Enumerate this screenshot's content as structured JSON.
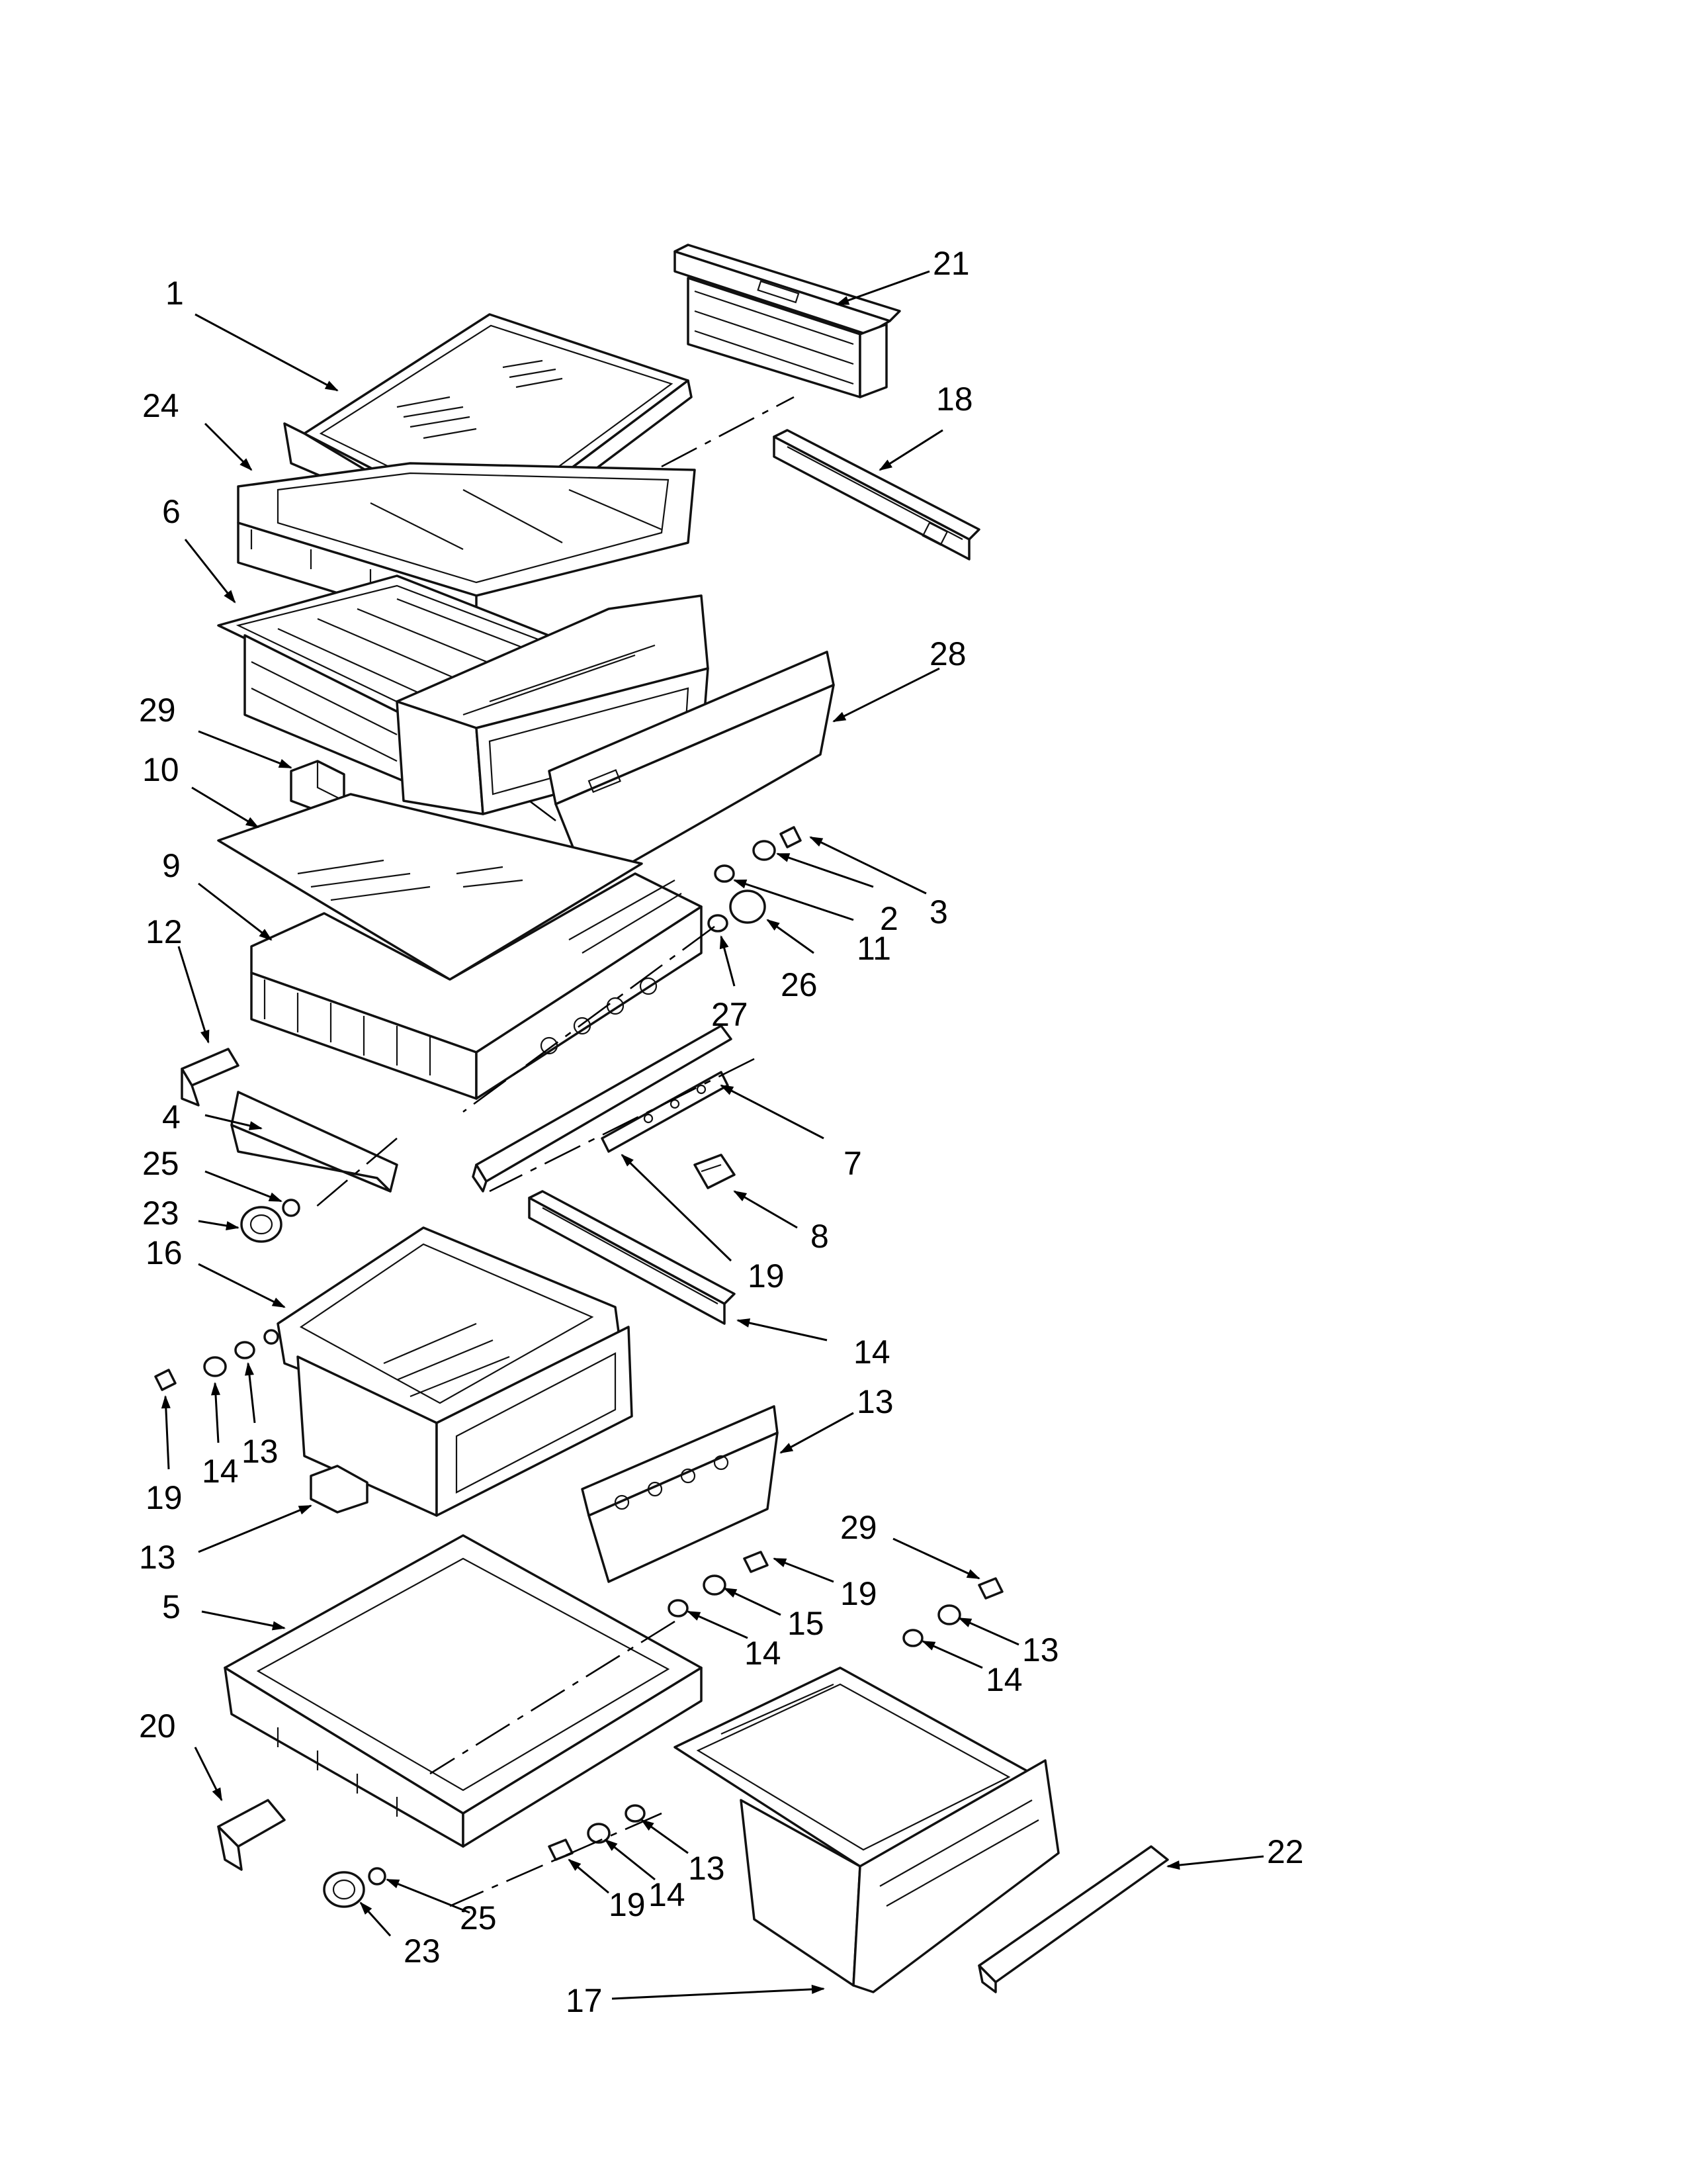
{
  "callouts": [
    {
      "key": "p1",
      "label": "1"
    },
    {
      "key": "p24",
      "label": "24"
    },
    {
      "key": "p6",
      "label": "6"
    },
    {
      "key": "p21",
      "label": "21"
    },
    {
      "key": "p18",
      "label": "18"
    },
    {
      "key": "p28",
      "label": "28"
    },
    {
      "key": "p29a",
      "label": "29"
    },
    {
      "key": "p10",
      "label": "10"
    },
    {
      "key": "p9",
      "label": "9"
    },
    {
      "key": "p12",
      "label": "12"
    },
    {
      "key": "p4",
      "label": "4"
    },
    {
      "key": "p25a",
      "label": "25"
    },
    {
      "key": "p23a",
      "label": "23"
    },
    {
      "key": "p16",
      "label": "16"
    },
    {
      "key": "p19a",
      "label": "19"
    },
    {
      "key": "p14a",
      "label": "14"
    },
    {
      "key": "p13a",
      "label": "13"
    },
    {
      "key": "p27",
      "label": "27"
    },
    {
      "key": "p26",
      "label": "26"
    },
    {
      "key": "p11",
      "label": "11"
    },
    {
      "key": "p2",
      "label": "2"
    },
    {
      "key": "p3",
      "label": "3"
    },
    {
      "key": "p7",
      "label": "7"
    },
    {
      "key": "p8",
      "label": "8"
    },
    {
      "key": "p19b",
      "label": "19"
    },
    {
      "key": "p14b",
      "label": "14"
    },
    {
      "key": "p13b",
      "label": "13"
    },
    {
      "key": "p29b",
      "label": "29"
    },
    {
      "key": "p19c",
      "label": "19"
    },
    {
      "key": "p15",
      "label": "15"
    },
    {
      "key": "p14c",
      "label": "14"
    },
    {
      "key": "p13c",
      "label": "13"
    },
    {
      "key": "p14d",
      "label": "14"
    },
    {
      "key": "p13d",
      "label": "13"
    },
    {
      "key": "p5",
      "label": "5"
    },
    {
      "key": "p20",
      "label": "20"
    },
    {
      "key": "p22",
      "label": "22"
    },
    {
      "key": "p13e",
      "label": "13"
    },
    {
      "key": "p14e",
      "label": "14"
    },
    {
      "key": "p19d",
      "label": "19"
    },
    {
      "key": "p25b",
      "label": "25"
    },
    {
      "key": "p23b",
      "label": "23"
    },
    {
      "key": "p17",
      "label": "17"
    }
  ]
}
